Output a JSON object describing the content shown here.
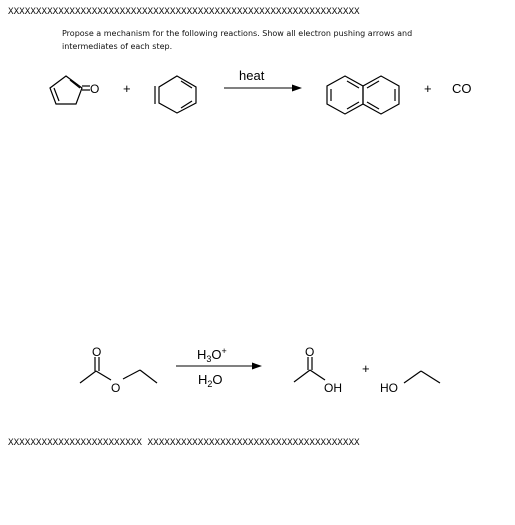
{
  "header": {
    "x_line_top": "XXXXXXXXXXXXXXXXXXXXXXXXXXXXXXXXXXXXXXXXXXXXXXXXXXXXXXXXXXXXXXX",
    "prompt_line1": "Propose a mechanism for the following reactions. Show all electron pushing arrows and",
    "prompt_line2": "intermediates of each step."
  },
  "reaction1": {
    "ketone_O": "O",
    "plus1": "+",
    "arrow_label": "heat",
    "plus2": "+",
    "byproduct": "CO"
  },
  "reaction2": {
    "ester_O_carbonyl": "O",
    "ester_O_link": "O",
    "reagent_top": "H3O+",
    "reagent_bottom": "H2O",
    "acid_O": "O",
    "acid_OH": "OH",
    "plus": "+",
    "ethanol_HO": "HO"
  },
  "footer": {
    "x_line_bottom": "XXXXXXXXXXXXXXXXXXXXXXXX XXXXXXXXXXXXXXXXXXXXXXXXXXXXXXXXXXXXXX"
  }
}
